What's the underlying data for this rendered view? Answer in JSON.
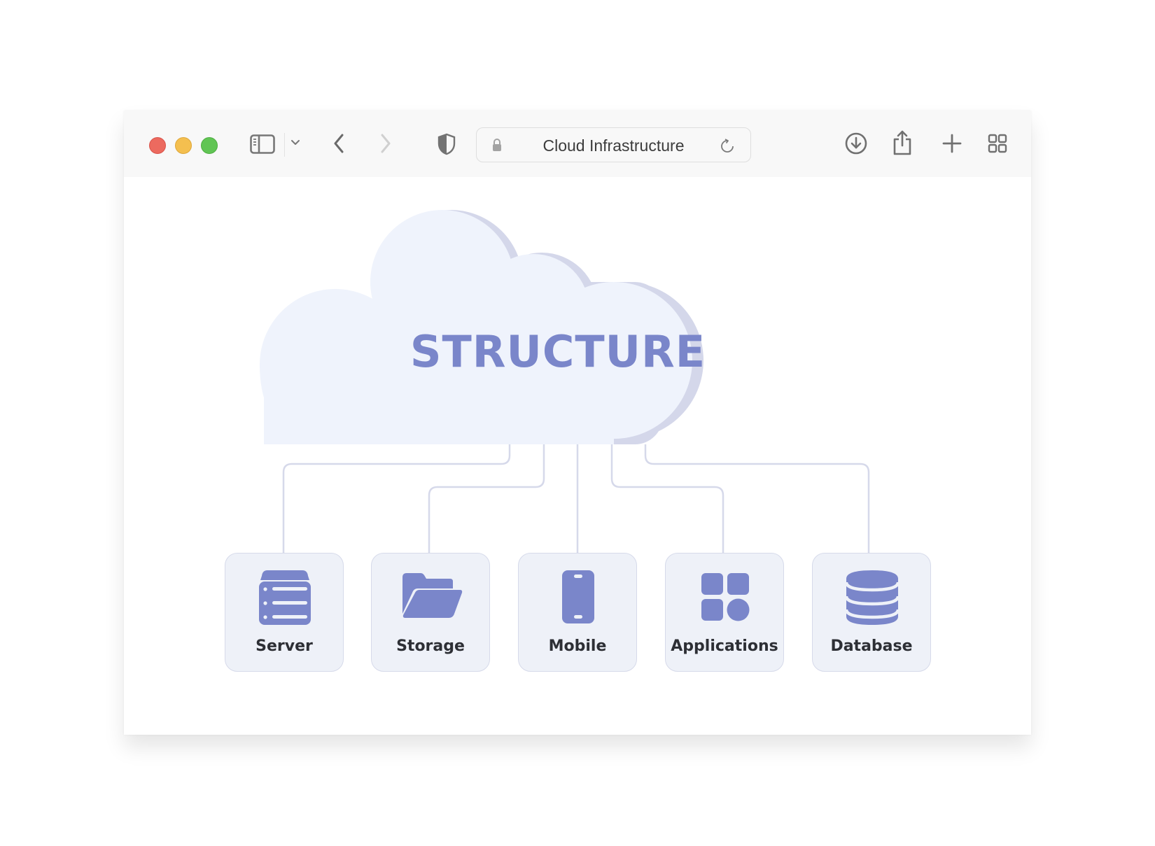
{
  "window": {
    "traffic_lights": [
      "close",
      "minimize",
      "zoom"
    ],
    "toolbar": {
      "sidebar_icon": "sidebar-icon",
      "chevron_icon": "chevron-down-icon",
      "back_icon": "chevron-left-icon",
      "forward_icon": "chevron-right-icon",
      "privacy_icon": "shield-icon",
      "address_bar": {
        "title": "Cloud Infrastructure",
        "lock_icon": "lock-icon",
        "reload_icon": "reload-icon"
      },
      "download_icon": "download-icon",
      "share_icon": "share-icon",
      "new_tab_icon": "plus-icon",
      "tabs_overview_icon": "grid-icon"
    }
  },
  "diagram": {
    "root": {
      "label": "STRUCTURE",
      "shape": "cloud"
    },
    "nodes": [
      {
        "label": "Server",
        "icon": "server-icon"
      },
      {
        "label": "Storage",
        "icon": "folder-icon"
      },
      {
        "label": "Mobile",
        "icon": "mobile-icon"
      },
      {
        "label": "Applications",
        "icon": "apps-grid-icon"
      },
      {
        "label": "Database",
        "icon": "database-icon"
      }
    ]
  },
  "colors": {
    "accent": "#7a86ca",
    "cloud_fill": "#eff3fc",
    "cloud_shadow": "#d4d7ea",
    "node_fill": "#eef1f8",
    "connector": "#d6d9ea",
    "label_text": "#2d2f35"
  }
}
